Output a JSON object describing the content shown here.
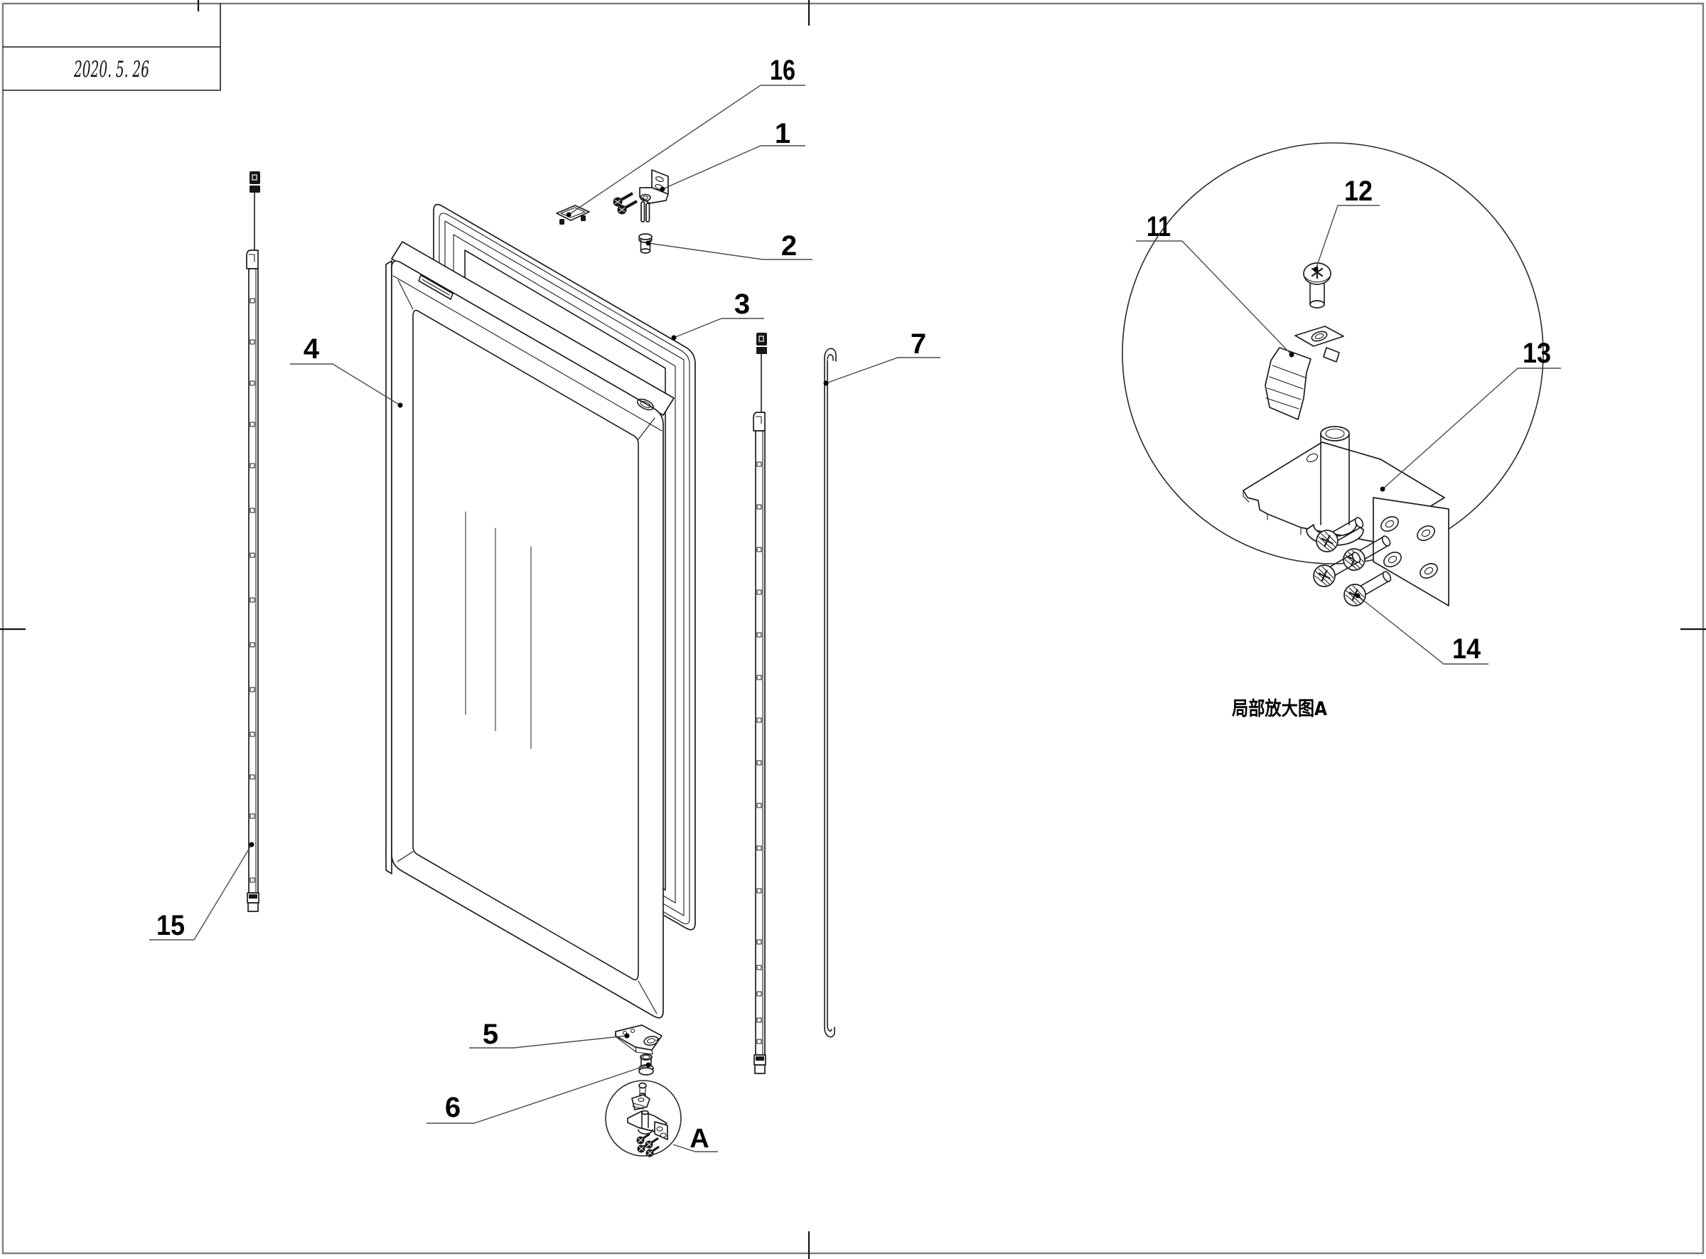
{
  "sheet": {
    "date": "2020. 5. 26",
    "detail_caption": "局部放大图A",
    "detail_marker": "A"
  },
  "part_labels": {
    "p1": "1",
    "p2": "2",
    "p3": "3",
    "p4": "4",
    "p5": "5",
    "p6": "6",
    "p7": "7",
    "p11": "11",
    "p12": "12",
    "p13": "13",
    "p14": "14",
    "p15": "15",
    "p16": "16"
  }
}
